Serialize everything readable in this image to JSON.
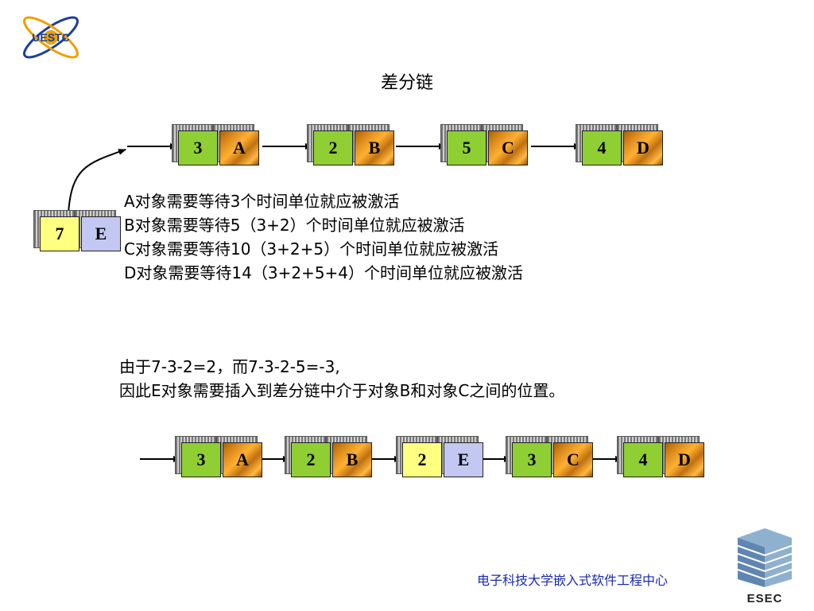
{
  "title": "差分链",
  "chain_top": [
    {
      "num": "3",
      "letter": "A",
      "num_color": "green"
    },
    {
      "num": "2",
      "letter": "B",
      "num_color": "green"
    },
    {
      "num": "5",
      "letter": "C",
      "num_color": "green"
    },
    {
      "num": "4",
      "letter": "D",
      "num_color": "green"
    }
  ],
  "new_node": {
    "num": "7",
    "letter": "E",
    "num_color": "yellow"
  },
  "wait_lines": [
    "A对象需要等待3个时间单位就应被激活",
    "B对象需要等待5（3+2）个时间单位就应被激活",
    "C对象需要等待10（3+2+5）个时间单位就应被激活",
    "D对象需要等待14（3+2+5+4）个时间单位就应被激活"
  ],
  "explain_lines": [
    "由于7-3-2=2，而7-3-2-5=-3,",
    "因此E对象需要插入到差分链中介于对象B和对象C之间的位置。"
  ],
  "chain_bottom": [
    {
      "num": "3",
      "letter": "A",
      "num_color": "green"
    },
    {
      "num": "2",
      "letter": "B",
      "num_color": "green"
    },
    {
      "num": "2",
      "letter": "E",
      "num_color": "yellow"
    },
    {
      "num": "3",
      "letter": "C",
      "num_color": "green"
    },
    {
      "num": "4",
      "letter": "D",
      "num_color": "green"
    }
  ],
  "logo": {
    "text": "UESTC",
    "icon": "atom-logo-icon"
  },
  "esec_logo": {
    "text": "ESEC",
    "icon": "esec-building-icon"
  },
  "footer": "电子科技大学嵌入式软件工程中心",
  "colors": {
    "green": "#8fcf33",
    "yellow": "#ffff80",
    "lavender": "#c2c8f2",
    "footer_blue": "#1a2ab0"
  }
}
